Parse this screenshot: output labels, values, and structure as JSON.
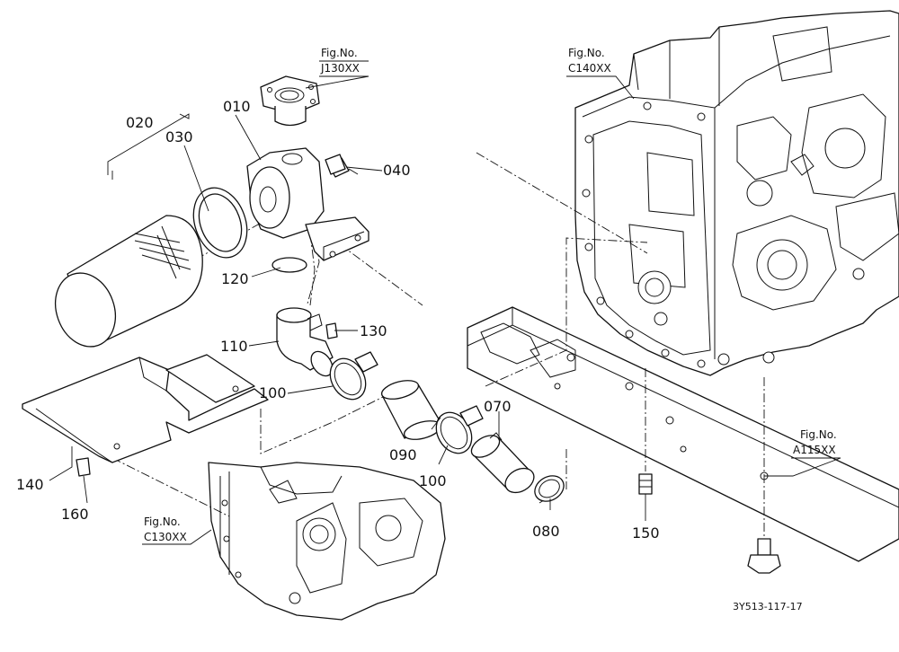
{
  "parts": {
    "p010": "010",
    "p020": "020",
    "p030": "030",
    "p040": "040",
    "p070": "070",
    "p080": "080",
    "p090": "090",
    "p100a": "100",
    "p100b": "100",
    "p110": "110",
    "p120": "120",
    "p130": "130",
    "p140": "140",
    "p150": "150",
    "p160": "160"
  },
  "figure_refs": {
    "j130": {
      "label": "Fig.No.",
      "code": "J130XX"
    },
    "c140": {
      "label": "Fig.No.",
      "code": "C140XX"
    },
    "a115": {
      "label": "Fig.No.",
      "code": "A115XX"
    },
    "c130": {
      "label": "Fig.No.",
      "code": "C130XX"
    }
  },
  "drawing_code": "3Y513-117-17",
  "colors": {
    "ink": "#111111",
    "paper": "#ffffff"
  }
}
